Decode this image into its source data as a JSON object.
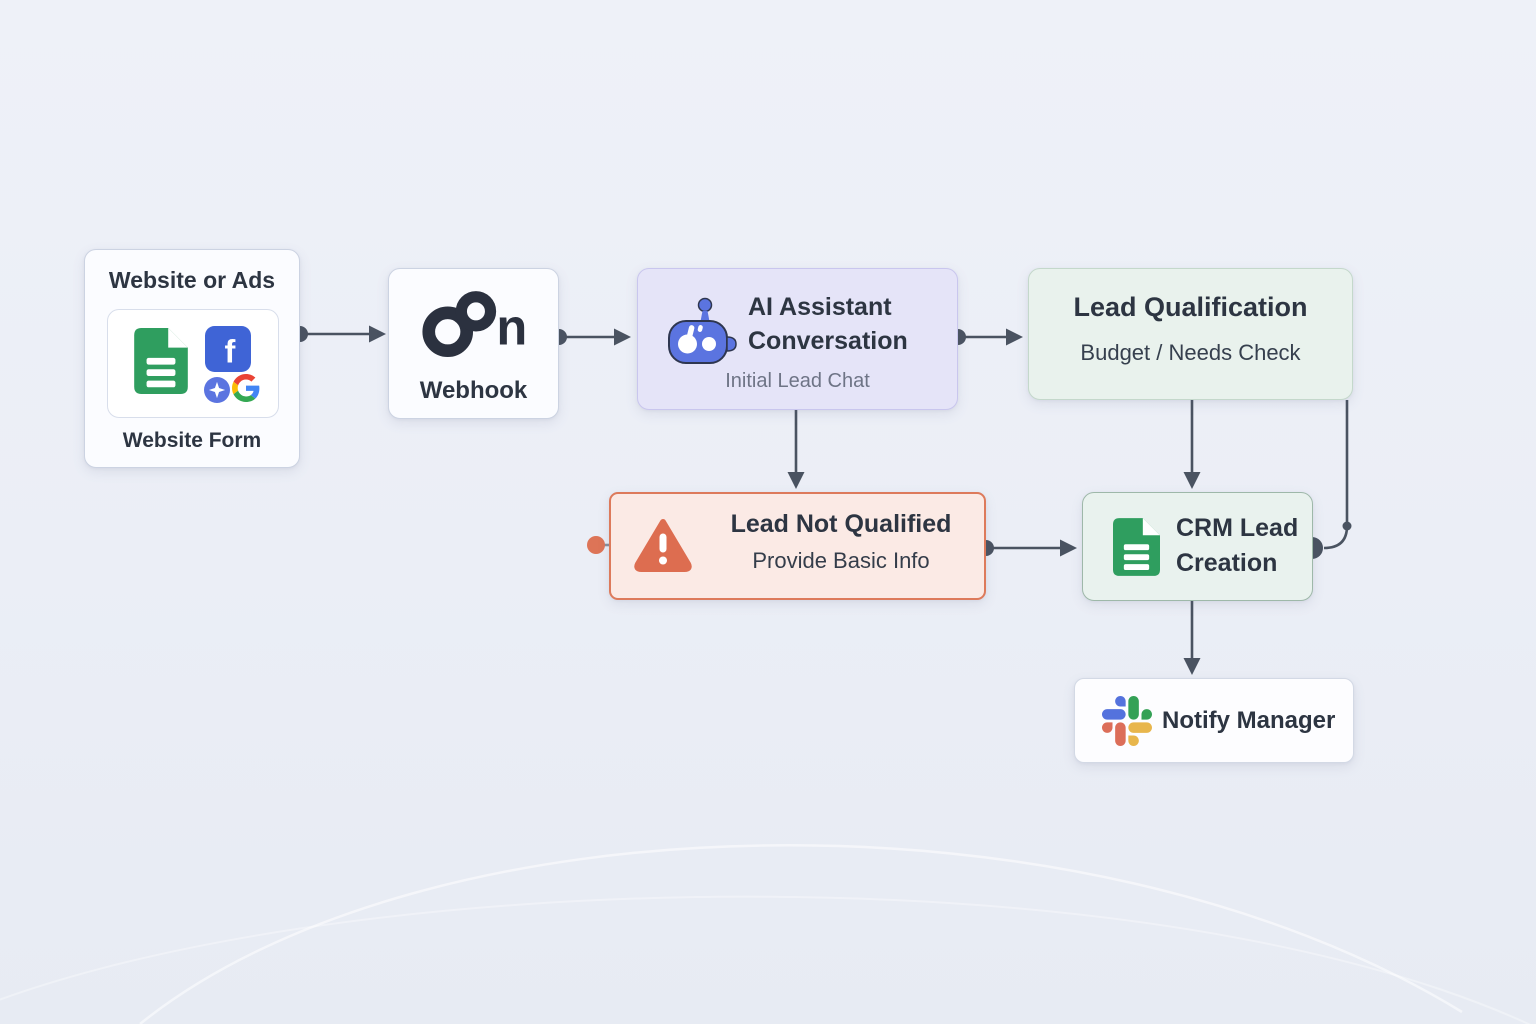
{
  "colors": {
    "connector": "#4a5361",
    "accent_blue": "#5b74e0",
    "accent_green": "#2f9e5f",
    "accent_coral": "#dd6d50",
    "node_purple_bg": "#e5e4f8",
    "node_green_bg": "#e9f2ed",
    "node_red_bg": "#fbeae5",
    "node_white_bg": "#fbfcff"
  },
  "nodes": {
    "source": {
      "title": "Website or Ads",
      "caption": "Website Form",
      "icons": [
        "google-sheets-icon",
        "facebook-icon",
        "sparkle-icon",
        "google-icon"
      ]
    },
    "webhook": {
      "label": "Webhook",
      "logo_letter": "n",
      "icon": "n8n-logo-icon"
    },
    "ai_assistant": {
      "title_line1": "AI Assistant",
      "title_line2": "Conversation",
      "subtitle": "Initial Lead Chat",
      "icon": "robot-icon"
    },
    "qualification": {
      "title": "Lead Qualification",
      "subtitle": "Budget / Needs Check"
    },
    "not_qualified": {
      "title": "Lead Not Qualified",
      "subtitle": "Provide Basic Info",
      "icon": "warning-icon"
    },
    "crm": {
      "title_line1": "CRM Lead",
      "title_line2": "Creation",
      "icon": "google-sheets-icon"
    },
    "notify": {
      "label": "Notify Manager",
      "icon": "slack-icon"
    }
  },
  "icons": {
    "facebook_letter": "f"
  }
}
